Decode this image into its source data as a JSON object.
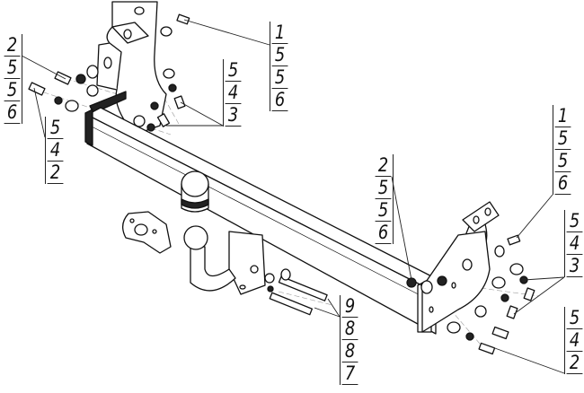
{
  "callouts": {
    "top_center": [
      "1",
      "5",
      "5",
      "6"
    ],
    "left_top": [
      "2",
      "5",
      "5",
      "6"
    ],
    "left_lower": [
      "5",
      "4",
      "2"
    ],
    "center_upper": [
      "5",
      "4",
      "3"
    ],
    "right_upper": [
      "1",
      "5",
      "5",
      "6"
    ],
    "right_middle": [
      "2",
      "5",
      "5",
      "6"
    ],
    "right_side": [
      "5",
      "4",
      "3"
    ],
    "bottom_center": [
      "9",
      "8",
      "8",
      "7"
    ],
    "right_bottom": [
      "5",
      "4",
      "2"
    ]
  }
}
